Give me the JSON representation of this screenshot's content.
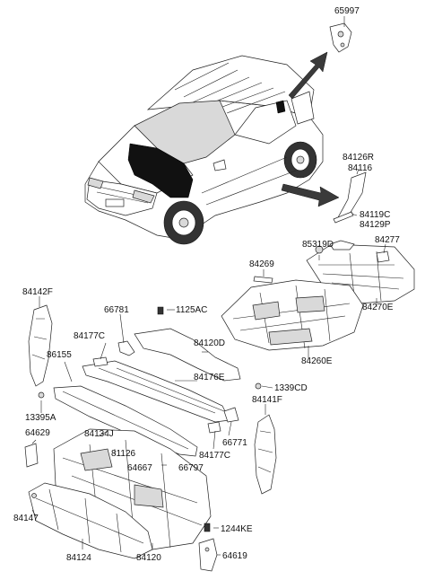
{
  "labels": {
    "p65997": "65997",
    "p84126R": "84126R",
    "p84116": "84116",
    "p84119C": "84119C",
    "p84129P": "84129P",
    "p85319D": "85319D",
    "p84277": "84277",
    "p84269": "84269",
    "p84142F": "84142F",
    "p66781": "66781",
    "p1125AC": "1125AC",
    "p84177C_top": "84177C",
    "p84120D": "84120D",
    "p86155": "86155",
    "p84176E": "84176E",
    "p84270E": "84270E",
    "p84260E": "84260E",
    "p1339CD": "1339CD",
    "p84141F": "84141F",
    "p13395A": "13395A",
    "p64629": "64629",
    "p84134J": "84134J",
    "p66771": "66771",
    "p84177C_bot": "84177C",
    "p81126": "81126",
    "p64667": "64667",
    "p66797": "66797",
    "p84147": "84147",
    "p1244KE": "1244KE",
    "p84124": "84124",
    "p84120": "84120",
    "p64619": "64619"
  }
}
